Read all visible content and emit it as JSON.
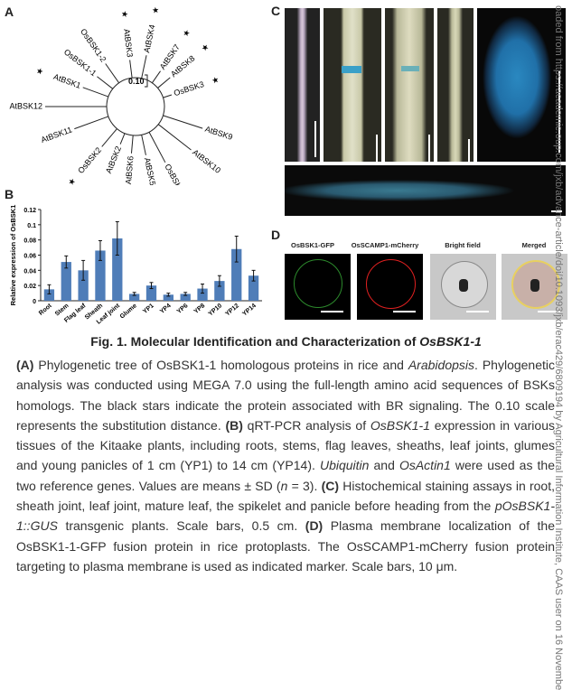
{
  "panels": {
    "a": "A",
    "b": "B",
    "c": "C",
    "d": "D"
  },
  "tree": {
    "scale_label": "0.10",
    "leaves": [
      {
        "name": "AtBSK3",
        "star": true
      },
      {
        "name": "AtBSK4",
        "star": true
      },
      {
        "name": "AtBSK7",
        "star": true
      },
      {
        "name": "AtBSK8",
        "star": true
      },
      {
        "name": "OsBSK3",
        "star": true
      },
      {
        "name": "AtBSK9",
        "star": false
      },
      {
        "name": "AtBSK10",
        "star": false
      },
      {
        "name": "OsBSK4",
        "star": false
      },
      {
        "name": "AtBSK5",
        "star": false
      },
      {
        "name": "AtBSK6",
        "star": false
      },
      {
        "name": "AtBSK2",
        "star": false
      },
      {
        "name": "OsBSK2",
        "star": true
      },
      {
        "name": "AtBSK11",
        "star": false
      },
      {
        "name": "AtBSK12",
        "star": false
      },
      {
        "name": "AtBSK1",
        "star": true
      },
      {
        "name": "OsBSK1-1",
        "star": false
      },
      {
        "name": "OsBSK1-2",
        "star": false
      }
    ]
  },
  "chart_data": {
    "type": "bar",
    "title": "",
    "xlabel": "",
    "ylabel": "Relative expression of OsBSK1",
    "ylim": [
      0,
      0.12
    ],
    "yticks": [
      "0",
      "0.02",
      "0.04",
      "0.06",
      "0.08",
      "0.1",
      "0.12"
    ],
    "categories": [
      "Root",
      "Stem",
      "Flag leaf",
      "Sheath",
      "Leaf joint",
      "Glume",
      "YP1",
      "YP4",
      "YP6",
      "YP8",
      "YP10",
      "YP12",
      "YP14"
    ],
    "values": [
      0.015,
      0.051,
      0.04,
      0.066,
      0.082,
      0.009,
      0.02,
      0.008,
      0.009,
      0.016,
      0.026,
      0.068,
      0.033
    ],
    "errors": [
      0.006,
      0.008,
      0.013,
      0.013,
      0.022,
      0.002,
      0.004,
      0.002,
      0.002,
      0.006,
      0.007,
      0.017,
      0.007
    ],
    "color": "#4f7db8"
  },
  "panel_d": {
    "labels": [
      "OsBSK1-GFP",
      "OsSCAMP1-mCherry",
      "Bright field",
      "Merged"
    ]
  },
  "figure_title": {
    "text": "Fig. 1. Molecular Identification and Characterization of ",
    "gene": "OsBSK1-1"
  },
  "caption": [
    {
      "t": "(A)",
      "b": true
    },
    {
      "t": " Phylogenetic tree of OsBSK1-1 homologous proteins in rice and "
    },
    {
      "t": "Arabidopsis",
      "i": true
    },
    {
      "t": ". Phylogenetic analysis was conducted using MEGA 7.0 using the full-length amino acid sequences of BSKs homologs. The black stars indicate the protein associated with BR signaling. The 0.10 scale represents the substitution distance. "
    },
    {
      "t": "(B)",
      "b": true
    },
    {
      "t": " qRT-PCR analysis of "
    },
    {
      "t": "OsBSK1-1",
      "i": true
    },
    {
      "t": " expression in various tissues of the Kitaake plants, including roots, stems, flag leaves, sheaths, leaf joints, glumes and young panicles of 1 cm (YP1) to 14 cm (YP14). "
    },
    {
      "t": "Ubiquitin",
      "i": true
    },
    {
      "t": " and "
    },
    {
      "t": "OsActin1",
      "i": true
    },
    {
      "t": " were used as the two reference genes. Values are means ± SD ("
    },
    {
      "t": "n",
      "i": true
    },
    {
      "t": " = 3). "
    },
    {
      "t": "(C)",
      "b": true
    },
    {
      "t": " Histochemical staining assays in root, sheath joint, leaf joint, mature leaf, the spikelet and panicle before heading from the "
    },
    {
      "t": "pOsBSK1-1::GUS",
      "i": true
    },
    {
      "t": " transgenic plants. Scale bars, 0.5 cm. "
    },
    {
      "t": "(D)",
      "b": true
    },
    {
      "t": " Plasma membrane localization of the OsBSK1-1-GFP fusion protein in rice protoplasts. The OsSCAMP1-mCherry fusion protein targeting to plasma membrane is used as indicated marker. Scale bars, 10 μm."
    }
  ],
  "watermark": "oaded from https://academic.oup.com/jxb/advance-article/doi/10.1093/jxb/erac429/6809194 by Agricultural Information Institute, CAAS user on 16 Novembe"
}
